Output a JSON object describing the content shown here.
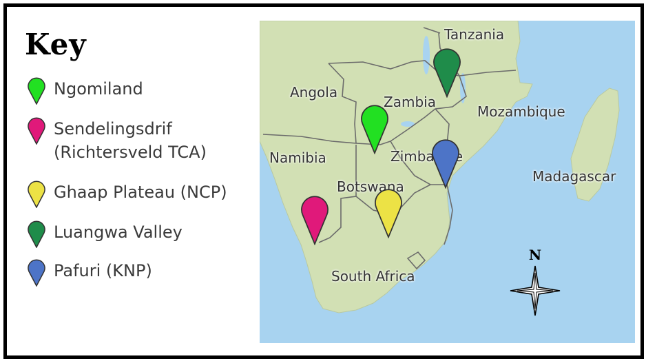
{
  "key": {
    "title": "Key",
    "items": [
      {
        "label_line1": "Ngomiland",
        "label_line2": "",
        "color": "#22e022"
      },
      {
        "label_line1": "Sendelingsdrif",
        "label_line2": "(Richtersveld TCA)",
        "color": "#e0197a"
      },
      {
        "label_line1": "Ghaap Plateau (NCP)",
        "label_line2": "",
        "color": "#ece245"
      },
      {
        "label_line1": "Luangwa Valley",
        "label_line2": "",
        "color": "#1f8c4a"
      },
      {
        "label_line1": "Pafuri (KNP)",
        "label_line2": "",
        "color": "#4d74c7"
      }
    ]
  },
  "map": {
    "ocean_color": "#a8d3f0",
    "land_color": "#d2e0b4",
    "labels": {
      "tanzania": "Tanzania",
      "angola": "Angola",
      "zambia": "Zambia",
      "mozambique": "Mozambique",
      "namibia": "Namibia",
      "zimbabwe": "Zimbabwe",
      "botswana": "Botswana",
      "madagascar": "Madagascar",
      "south_africa": "South Africa"
    }
  },
  "compass": {
    "north_label": "N"
  }
}
